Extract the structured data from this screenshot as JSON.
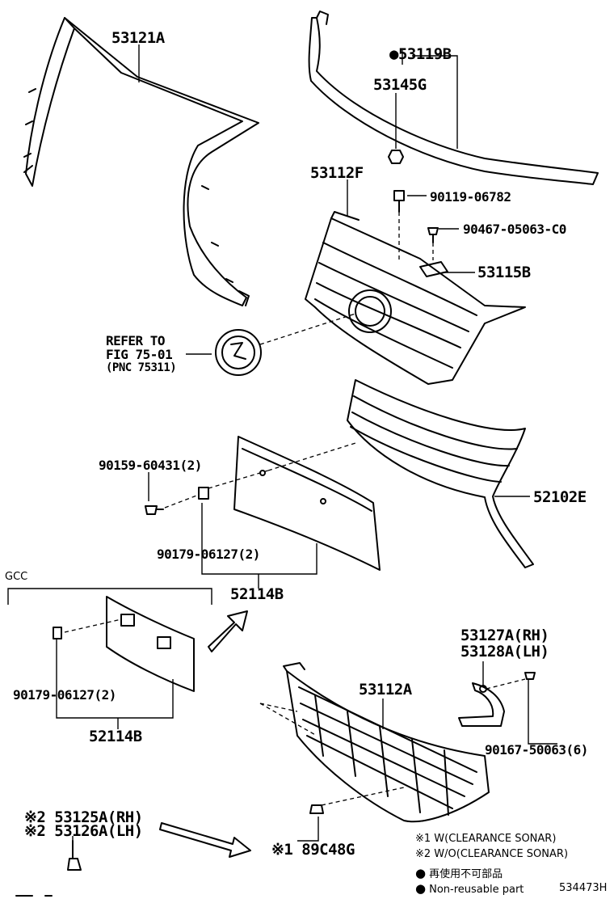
{
  "labels": {
    "p53121A": "53121A",
    "p53119B": "●53119B",
    "p53145G": "53145G",
    "p53112F": "53112F",
    "p90119": "90119-06782",
    "p90467": "90467-05063-C0",
    "p53115B": "53115B",
    "refer1": "REFER TO",
    "refer2": "FIG 75-01",
    "refer3": "(PNC 75311)",
    "p90159": "90159-60431(2)",
    "p52102E": "52102E",
    "p90179a": "90179-06127(2)",
    "p52114Ba": "52114B",
    "gcc": "GCC",
    "p53127A": "53127A(RH)",
    "p53128A": "53128A(LH)",
    "p53112A": "53112A",
    "p90179b": "90179-06127(2)",
    "p52114Bb": "52114B",
    "p90167": "90167-50063(6)",
    "p53125A": "※2 53125A(RH)",
    "p53126A": "※2 53126A(LH)",
    "p89C48G": "※1 89C48G",
    "diagram_id": "534473H"
  },
  "notes": {
    "note1": "※1 W(CLEARANCE SONAR)",
    "note2": "※2 W/O(CLEARANCE SONAR)",
    "note3": "再使用不可部品",
    "note4": "Non-reusable part"
  }
}
